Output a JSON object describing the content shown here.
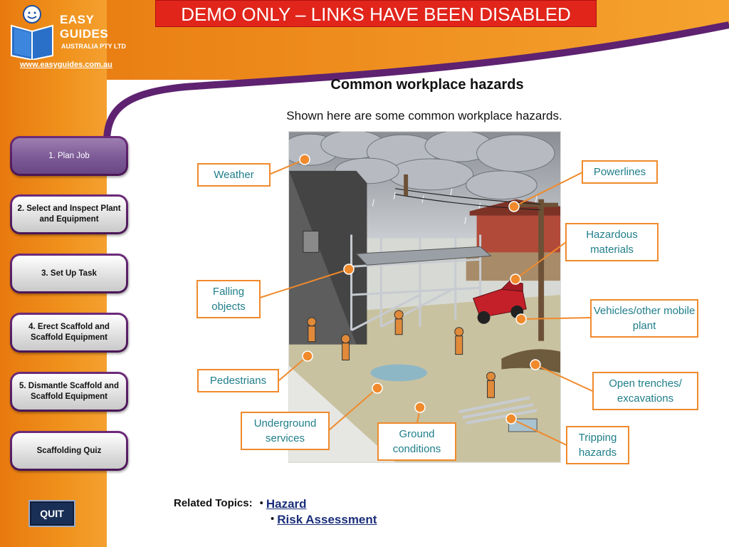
{
  "banner": {
    "text": "DEMO ONLY – LINKS HAVE BEEN DISABLED"
  },
  "logo": {
    "line1": "EASY",
    "line2": "GUIDES",
    "line3": "AUSTRALIA PTY LTD"
  },
  "site_link": "www.easyguides.com.au",
  "nav": {
    "items": [
      {
        "label": "1. Plan Job"
      },
      {
        "label": "2. Select and Inspect Plant and Equipment"
      },
      {
        "label": "3. Set Up Task"
      },
      {
        "label": "4. Erect Scaffold and Scaffold Equipment"
      },
      {
        "label": "5. Dismantle Scaffold and Scaffold Equipment"
      },
      {
        "label": "Scaffolding Quiz"
      }
    ],
    "active_index": 0
  },
  "quit_label": "QUIT",
  "page": {
    "title": "Common workplace hazards",
    "subtitle": "Shown here are some common workplace hazards."
  },
  "hazards": {
    "weather": "Weather",
    "falling": "Falling objects",
    "pedestrians": "Pedestrians",
    "underground": "Underground services",
    "ground": "Ground conditions",
    "powerlines": "Powerlines",
    "hazmat": "Hazardous materials",
    "vehicles": "Vehicles/other mobile plant",
    "trenches": "Open trenches/ excavations",
    "tripping": "Tripping hazards"
  },
  "related": {
    "label": "Related Topics:",
    "links": [
      "Hazard",
      "Risk Assessment"
    ]
  },
  "colors": {
    "orange": "#f08a2c",
    "purple": "#5e2270",
    "banner_red": "#e1251b",
    "label_text": "#1f7e8a"
  }
}
